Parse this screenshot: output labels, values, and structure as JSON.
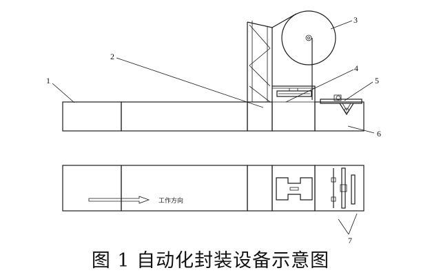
{
  "labels": {
    "n1": "1",
    "n2": "2",
    "n3": "3",
    "n4": "4",
    "n5": "5",
    "n6": "6",
    "n7": "7"
  },
  "direction_text": "工作方向",
  "caption": "图 1 自动化封装设备示意图",
  "colors": {
    "line": "#1a1a1a",
    "background": "#ffffff"
  }
}
